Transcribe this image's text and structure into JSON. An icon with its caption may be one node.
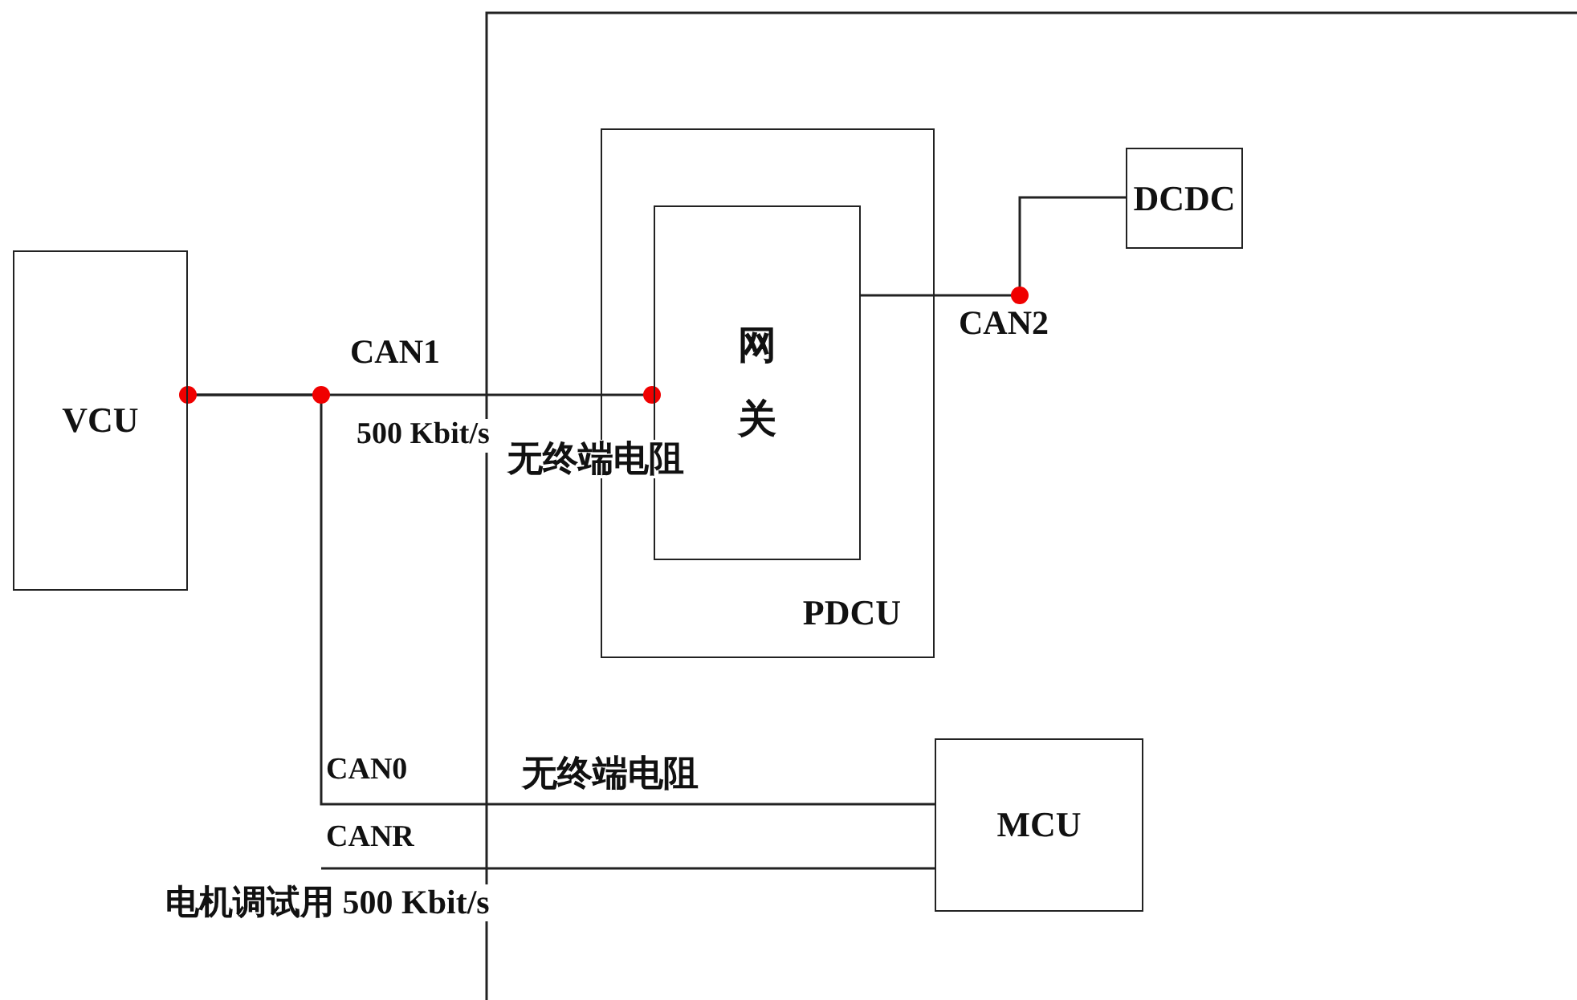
{
  "diagram": {
    "nodes": [
      {
        "text": [
          "VCU"
        ]
      },
      {
        "text": [
          "PDCU"
        ]
      },
      {
        "text": [
          "网关"
        ],
        "in": 1
      },
      {
        "text": [
          "DCDC"
        ]
      },
      {
        "text": [
          "MCU"
        ]
      }
    ],
    "edges": [
      {
        "from": 0,
        "to": 2,
        "arrow": "none"
      },
      {
        "from": 0,
        "to": 4,
        "arrow": "none"
      },
      {
        "from": null,
        "to": 4,
        "arrow": "none"
      },
      {
        "from": 2,
        "to": 3,
        "arrow": "none"
      }
    ],
    "labels": [
      "CAN1",
      "500 Kbit/s",
      "无终端电阻",
      "CAN2",
      "CAN0",
      "无终端电阻",
      "CANR",
      "电机调试用 500 Kbit/s"
    ]
  }
}
